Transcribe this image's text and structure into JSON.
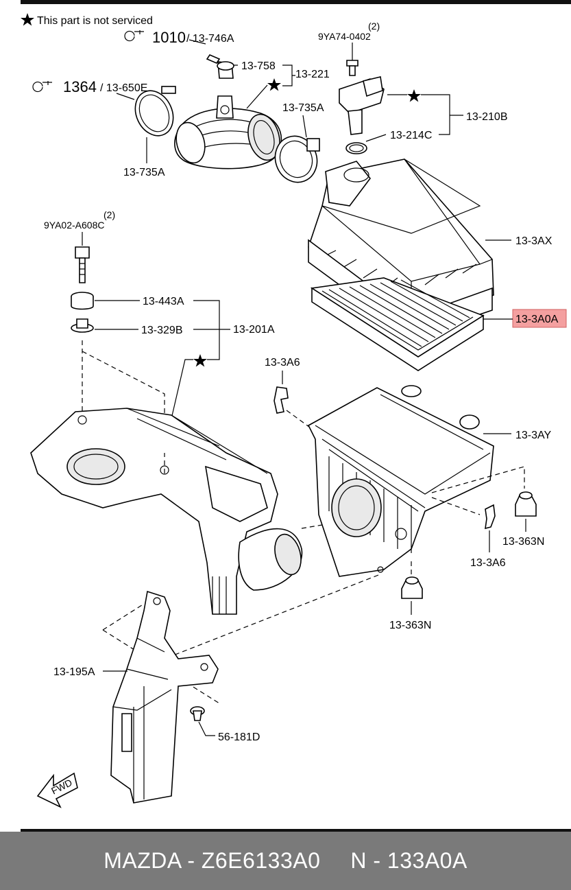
{
  "legend": {
    "star_note": "This part is not serviced"
  },
  "labels": {
    "qty_bolt_top": "(2)",
    "bolt_top": "9YA74-0402",
    "torque_a": "1010",
    "part_746a": "/ 13-746A",
    "part_758": "13-758",
    "part_221": "13-221",
    "torque_b": "1364",
    "part_650e": "/ 13-650E",
    "part_735a_left": "13-735A",
    "part_735a_right": "13-735A",
    "part_210b": "13-210B",
    "part_214c": "13-214C",
    "qty_bolt_left": "(2)",
    "bolt_left": "9YA02-A608C",
    "part_3ax": "13-3AX",
    "part_3a0a": "13-3A0A",
    "part_443a": "13-443A",
    "part_329b": "13-329B",
    "part_201a": "13-201A",
    "part_3a6_top": "13-3A6",
    "part_3ay": "13-3AY",
    "part_363n_right": "13-363N",
    "part_3a6_bottom": "13-3A6",
    "part_363n_bottom": "13-363N",
    "part_195a": "13-195A",
    "part_181d": "56-181D",
    "fwd": "FWD"
  },
  "highlight_color": "#f4a0a0",
  "footer": {
    "left": "MAZDA - Z6E6133A0",
    "right": "N - 133A0A"
  }
}
